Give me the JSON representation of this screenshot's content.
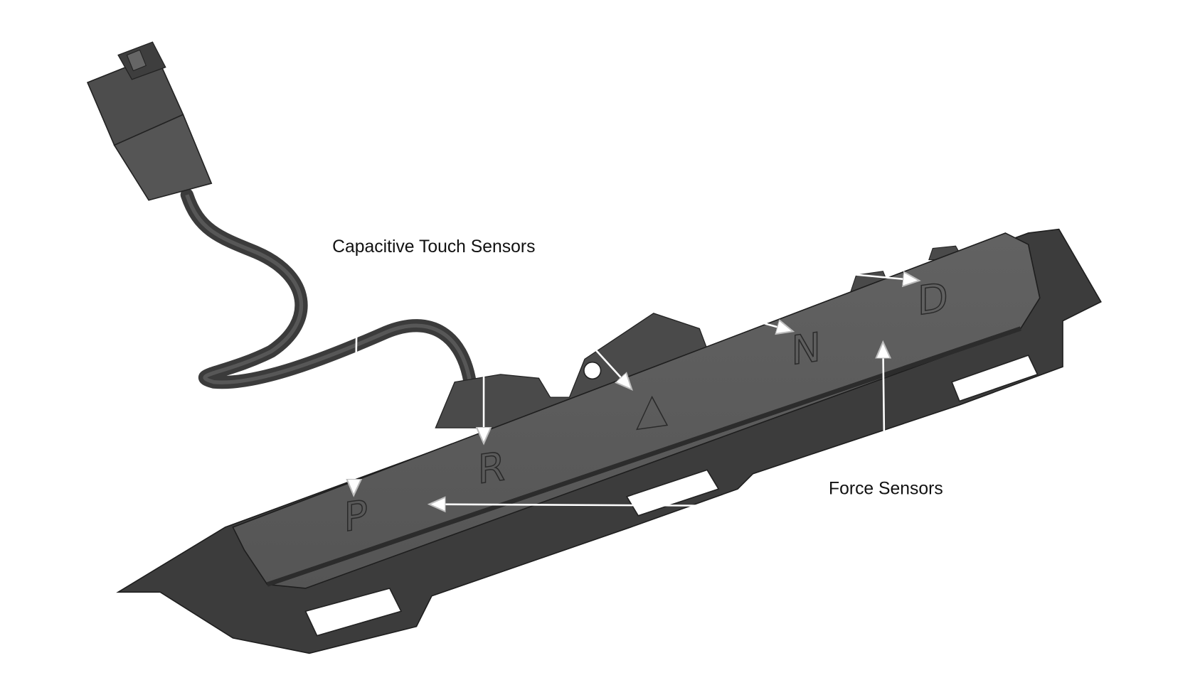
{
  "labels": {
    "capacitive": "Capacitive Touch Sensors",
    "force": "Force Sensors"
  },
  "gear_letters": {
    "p": "P",
    "r": "R",
    "hazard": "▲",
    "n": "N",
    "d": "D"
  },
  "colors": {
    "body": "#5a5a5a",
    "body_dark": "#3a3a3a",
    "body_top": "#5f5f5f",
    "background": "#ffffff"
  }
}
